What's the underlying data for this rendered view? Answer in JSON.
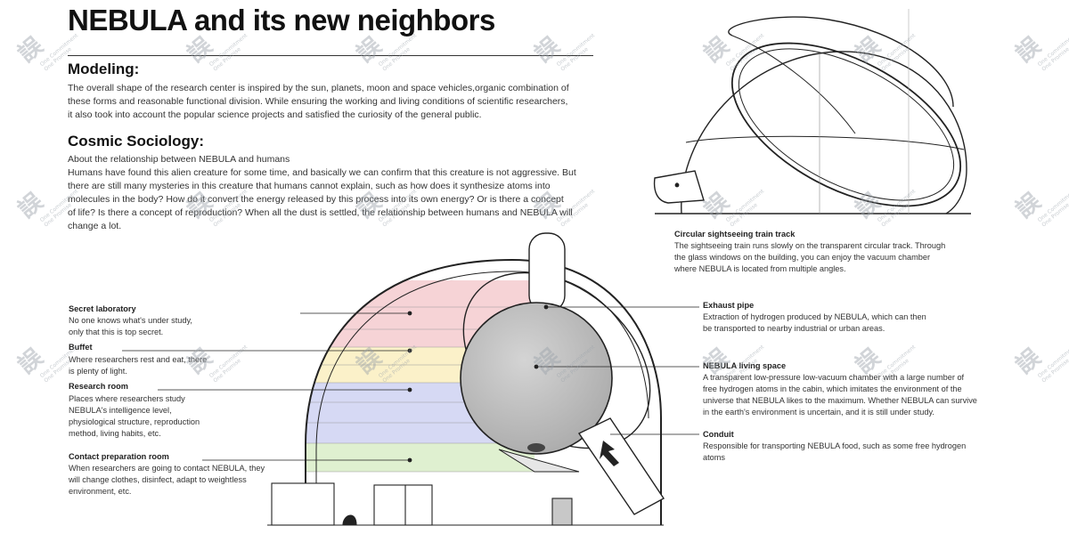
{
  "title": "NEBULA and its new neighbors",
  "modeling": {
    "heading": "Modeling:",
    "lines": [
      "The overall shape of the research center is inspired by the sun, planets, moon and space vehicles,organic combination of",
      "these forms and reasonable functional division. While ensuring the working and living conditions of scientific researchers,",
      "it also took into account the popular science projects and satisfied the curiosity of the general public."
    ]
  },
  "sociology": {
    "heading": "Cosmic Sociology:",
    "lines": [
      "About the relationship between NEBULA and humans",
      "Humans have found this alien creature for some time, and basically we can confirm that this creature is not aggressive. But",
      "there are still many mysteries in this creature that humans cannot explain, such as how does it synthesize atoms into",
      "molecules in the body? How do it convert the energy released by this process into its own energy? Or is there a concept",
      "of life? Is there a concept of reproduction? When all the dust is settled, the relationship between humans and NEBULA will",
      "change a lot."
    ]
  },
  "labels_left": {
    "secret_lab": {
      "title": "Secret laboratory",
      "lines": [
        "No one knows what's under study,",
        "only that this is top secret."
      ]
    },
    "buffet": {
      "title": "Buffet",
      "lines": [
        "Where researchers rest and eat, there",
        "is plenty of light."
      ]
    },
    "research_room": {
      "title": "Research room",
      "lines": [
        "Places where researchers study",
        "NEBULA's intelligence level,",
        "physiological structure, reproduction",
        "method, living habits, etc."
      ]
    },
    "contact_room": {
      "title": "Contact preparation room",
      "lines": [
        "When researchers are going to contact NEBULA, they",
        "will change clothes, disinfect, adapt to weightless",
        "environment, etc."
      ]
    }
  },
  "labels_right": {
    "train_track": {
      "title": "Circular sightseeing train track",
      "lines": [
        "The sightseeing train runs slowly on the transparent circular track. Through",
        "the glass windows on the building, you can enjoy the vacuum chamber",
        "where NEBULA is located from multiple angles."
      ]
    },
    "exhaust_pipe": {
      "title": "Exhaust pipe",
      "lines": [
        "Extraction of hydrogen produced by NEBULA, which can then",
        "be transported to nearby industrial or urban areas."
      ]
    },
    "living_space": {
      "title": "NEBULA living space",
      "lines": [
        "A transparent low-pressure low-vacuum chamber with a large number of",
        "free hydrogen atoms in the cabin, which imitates the environment of the",
        "universe that NEBULA likes to the maximum. Whether NEBULA can survive",
        "in the earth's environment is uncertain, and it is still under study."
      ]
    },
    "conduit": {
      "title": "Conduit",
      "lines": [
        "Responsible for transporting NEBULA food, such as some free hydrogen",
        "atoms"
      ]
    }
  },
  "watermark": {
    "glyph": "誤一諾",
    "sub1": "One Commitment",
    "sub2": "One Promise"
  },
  "colors": {
    "secret_lab": "#f6d3d6",
    "buffet": "#fbf1c9",
    "research_room": "#d6d9f4",
    "contact_room": "#dff0d0",
    "sphere": "#bdbdbd",
    "line": "#222222"
  }
}
